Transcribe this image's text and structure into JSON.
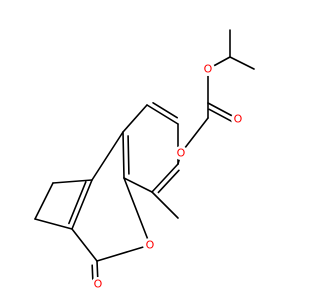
{
  "molecule": {
    "atom_labels": {
      "o_ring": "O",
      "o_carbonyl": "O",
      "o_ether": "O",
      "o_ester_carbonyl": "O",
      "o_ester": "O"
    },
    "colors": {
      "bond": "#000000",
      "oxygen": "#ff0000",
      "background": "#ffffff"
    }
  }
}
